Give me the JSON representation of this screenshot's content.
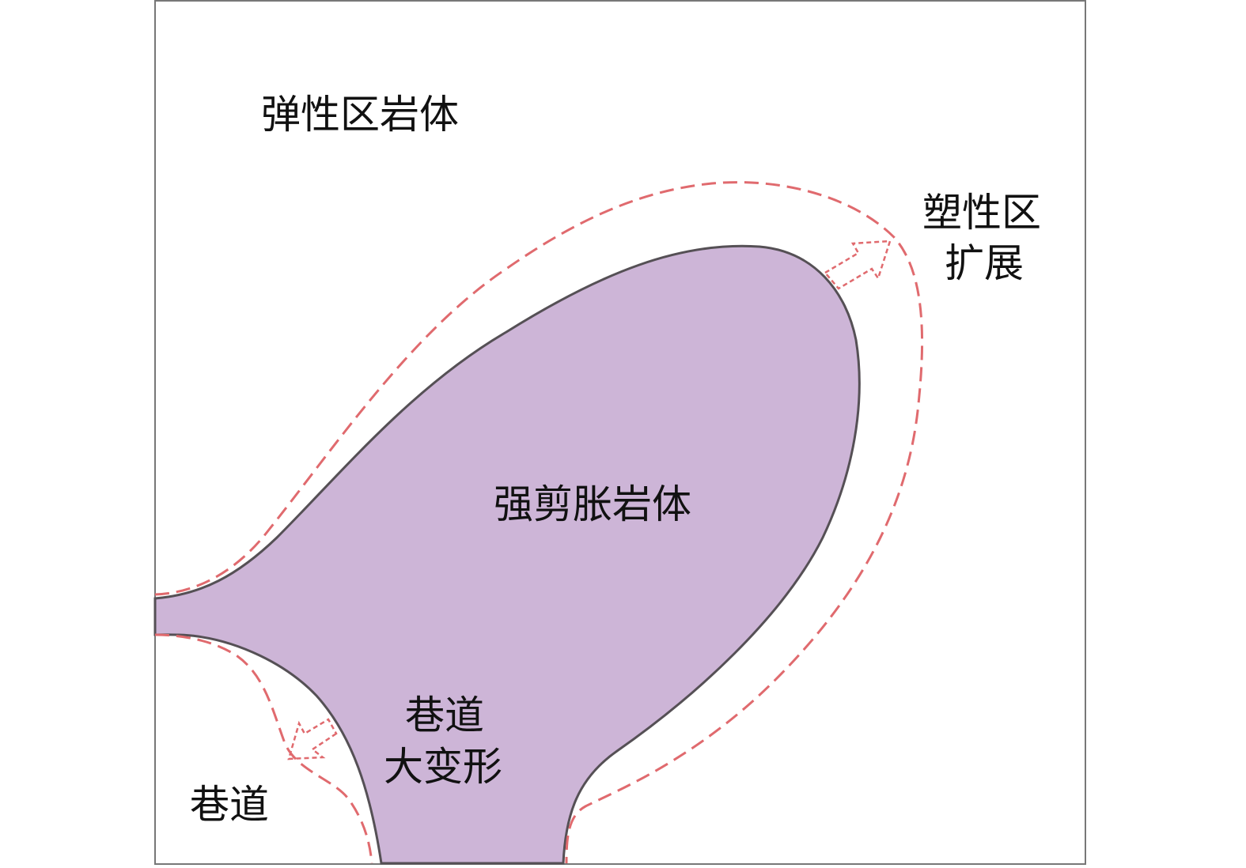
{
  "colors": {
    "rock_fill": "#cdb5d7",
    "rock_outline": "#555055",
    "plastic_boundary": "#e06a6e",
    "frame": "#777777"
  },
  "labels": {
    "elastic_zone": "弹性区岩体",
    "plastic_zone_line1": "塑性区",
    "plastic_zone_line2": "扩展",
    "dilatant_rock": "强剪胀岩体",
    "tunnel_deform_line1": "巷道",
    "tunnel_deform_line2": "大变形",
    "tunnel": "巷道"
  },
  "icons": {
    "expansion_arrow": "outward-arrow-icon",
    "deformation_arrow": "inward-arrow-icon"
  }
}
